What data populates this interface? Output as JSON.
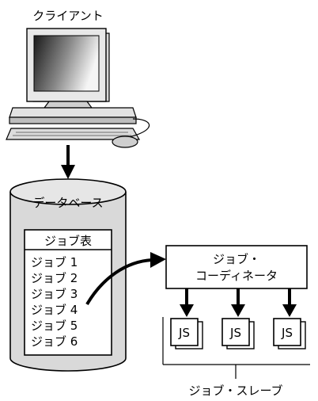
{
  "client": {
    "label": "クライアント"
  },
  "database": {
    "label": "データベース",
    "job_table": {
      "title": "ジョブ表",
      "rows": [
        "ジョブ 1",
        "ジョブ 2",
        "ジョブ 3",
        "ジョブ 4",
        "ジョブ 5",
        "ジョブ 6"
      ]
    }
  },
  "coordinator": {
    "line1": "ジョブ・",
    "line2": "コーディネータ"
  },
  "slaves": {
    "boxes": [
      "JS",
      "JS",
      "JS"
    ],
    "group_label": "ジョブ・スレーブ"
  },
  "colors": {
    "ink": "#000000",
    "background": "#ffffff",
    "screen_gradient_dark": "#1a1a1a",
    "screen_gradient_light": "#f5f5f5"
  }
}
